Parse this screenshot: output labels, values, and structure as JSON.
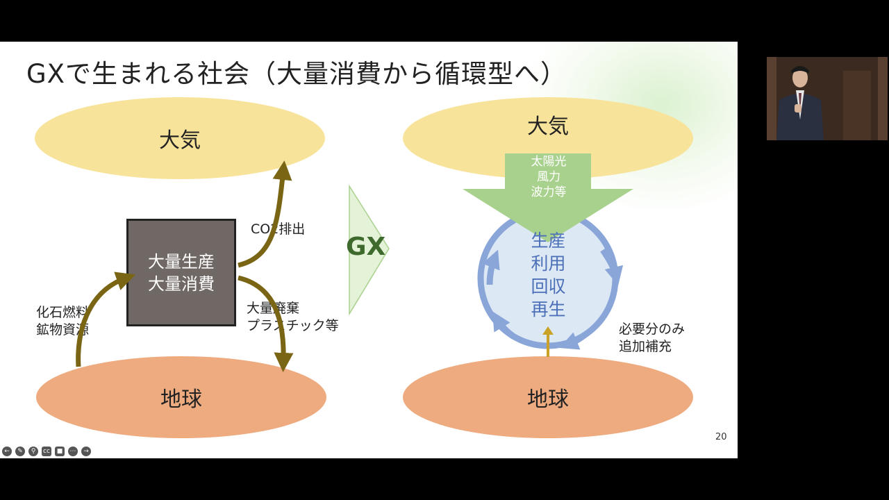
{
  "slide": {
    "title": "GXで生まれる社会（大量消費から循環型へ）",
    "page_number": "20",
    "left": {
      "atmosphere": "大気",
      "earth": "地球",
      "box_lines": [
        "大量生産",
        "大量消費"
      ],
      "co2_label": "CO2排出",
      "fossil_lines": [
        "化石燃料",
        "鉱物資源"
      ],
      "waste_lines": [
        "大量廃棄",
        "プラスチック等"
      ]
    },
    "center": {
      "gx_label": "GX"
    },
    "right": {
      "atmosphere": "大気",
      "earth": "地球",
      "renewables_lines": [
        "太陽光",
        "風力",
        "波力等"
      ],
      "cycle_lines": [
        "生産",
        "利用",
        "回収",
        "再生"
      ],
      "supplement_lines": [
        "必要分のみ",
        "追加補充"
      ]
    },
    "colors": {
      "atmosphere": "#f8e39a",
      "earth": "#eeab7f",
      "box": "#6f6864",
      "arrow_brown": "#7a6514",
      "arrow_gold": "#c9a227",
      "green_arrow": "#a9d18e",
      "cycle_ring": "#8aa6d8",
      "cycle_fill": "#dde8f5",
      "gx_text": "#3f6a2e"
    }
  },
  "player_controls": [
    "back-icon",
    "pen-icon",
    "zoom-icon",
    "cc-icon",
    "camera-icon",
    "more-icon",
    "forward-icon"
  ],
  "video_panel": {
    "icon": "presenter-video"
  }
}
